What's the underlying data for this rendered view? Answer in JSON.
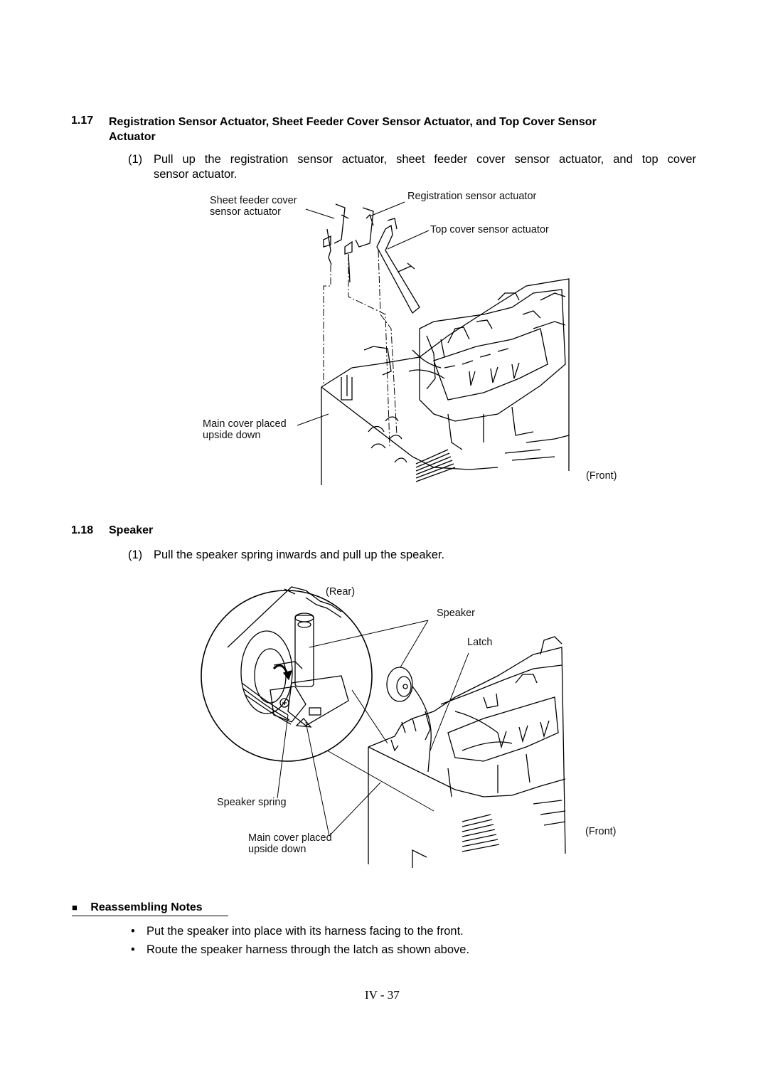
{
  "section_117": {
    "number": "1.17",
    "title_line1": "Registration Sensor Actuator, Sheet Feeder Cover Sensor Actuator, and Top Cover Sensor",
    "title_line2": "Actuator",
    "step_num": "(1)",
    "step_line1": "Pull up the registration sensor actuator, sheet feeder cover sensor actuator, and top cover",
    "step_line2": "sensor actuator.",
    "figure_labels": {
      "sheet_feeder_1": "Sheet feeder cover",
      "sheet_feeder_2": "sensor actuator",
      "registration": "Registration sensor actuator",
      "top_cover": "Top cover sensor actuator",
      "main_cover_1": "Main cover placed",
      "main_cover_2": "upside down",
      "front": "(Front)"
    }
  },
  "section_118": {
    "number": "1.18",
    "title": "Speaker",
    "step_num": "(1)",
    "step_text": "Pull the speaker spring inwards and pull up the speaker.",
    "figure_labels": {
      "rear": "(Rear)",
      "speaker": "Speaker",
      "latch": "Latch",
      "speaker_spring": "Speaker spring",
      "main_cover_1": "Main cover placed",
      "main_cover_2": "upside down",
      "front": "(Front)"
    }
  },
  "reassembling": {
    "marker": "■",
    "title": "Reassembling Notes",
    "bullets": [
      "Put the speaker into place with its harness facing to the front.",
      "Route the speaker harness through the latch as shown above."
    ]
  },
  "footer": {
    "page": "IV - 37"
  }
}
